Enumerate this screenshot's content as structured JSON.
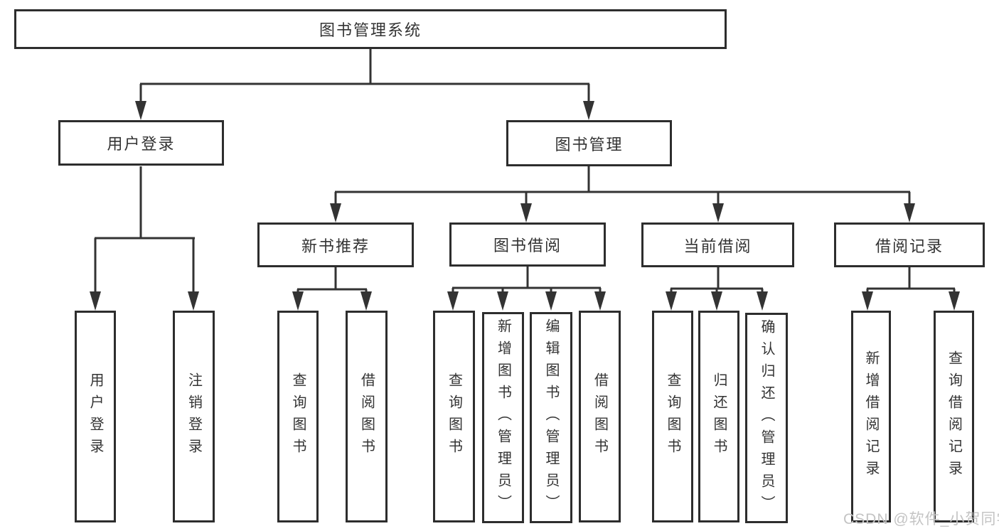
{
  "title": "图书管理系统",
  "watermark": "CSDN @软件_小贺同学",
  "colors": {
    "line": "#333333",
    "text": "#333333",
    "border": "#2d2d2d",
    "background": "#ffffff",
    "watermark": "#c4c4c4"
  },
  "tree": {
    "user": {
      "label": "用户登录",
      "children": [
        {
          "label": "用户登录"
        },
        {
          "label": "注销登录"
        }
      ]
    },
    "book": {
      "label": "图书管理",
      "sections": [
        {
          "label": "新书推荐",
          "children": [
            {
              "label": "查询图书"
            },
            {
              "label": "借阅图书"
            }
          ]
        },
        {
          "label": "图书借阅",
          "children": [
            {
              "label": "查询图书"
            },
            {
              "label": "新增图书（管理员）"
            },
            {
              "label": "编辑图书（管理员）"
            },
            {
              "label": "借阅图书"
            }
          ]
        },
        {
          "label": "当前借阅",
          "children": [
            {
              "label": "查询图书"
            },
            {
              "label": "归还图书"
            },
            {
              "label": "确认归还（管理员）"
            }
          ]
        },
        {
          "label": "借阅记录",
          "children": [
            {
              "label": "新增借阅记录"
            },
            {
              "label": "查询借阅记录"
            }
          ]
        }
      ]
    }
  }
}
